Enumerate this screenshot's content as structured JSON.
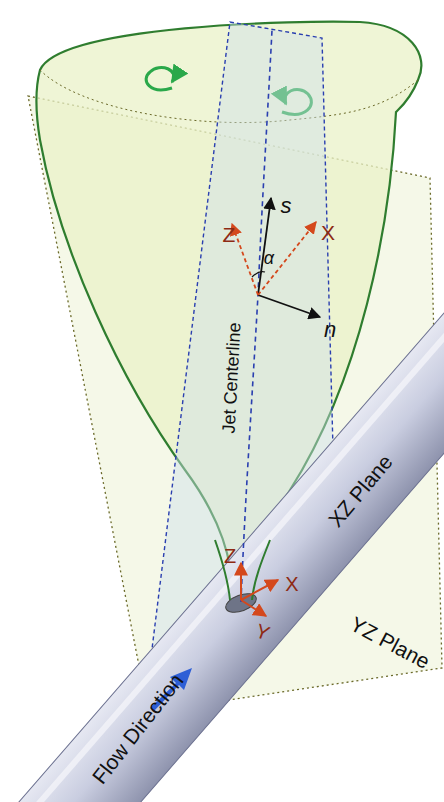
{
  "diagram": {
    "labels": [
      "s",
      "Z",
      "X",
      "α",
      "n",
      "Jet Centerline",
      "XZ Plane",
      "Z",
      "X",
      "Y",
      "YZ Plane",
      "Flow Direction"
    ]
  }
}
